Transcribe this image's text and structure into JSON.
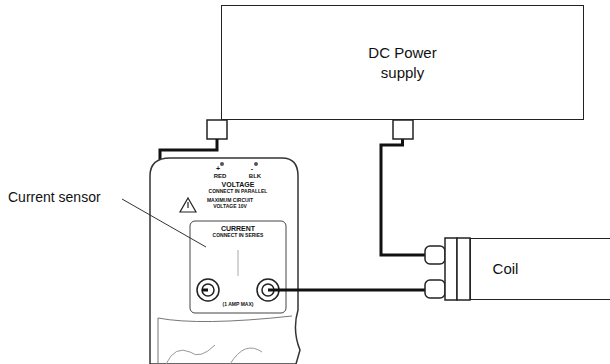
{
  "diagram": {
    "nodes": [
      {
        "text": [
          "DC Power supply"
        ]
      },
      {
        "text": [
          "Coil"
        ]
      }
    ],
    "edges": [
      {
        "from": 0,
        "to": 1,
        "arrow": "none"
      }
    ],
    "labels": [
      "Current sensor",
      "+",
      "-",
      "RED",
      "BLK",
      "VOLTAGE",
      "CONNECT IN PARALLEL",
      "MAXIMUM CIRCUIT VOLTAGE 10V",
      "CURRENT",
      "CONNECT IN SERIES",
      "(1 AMP MAX)"
    ]
  }
}
